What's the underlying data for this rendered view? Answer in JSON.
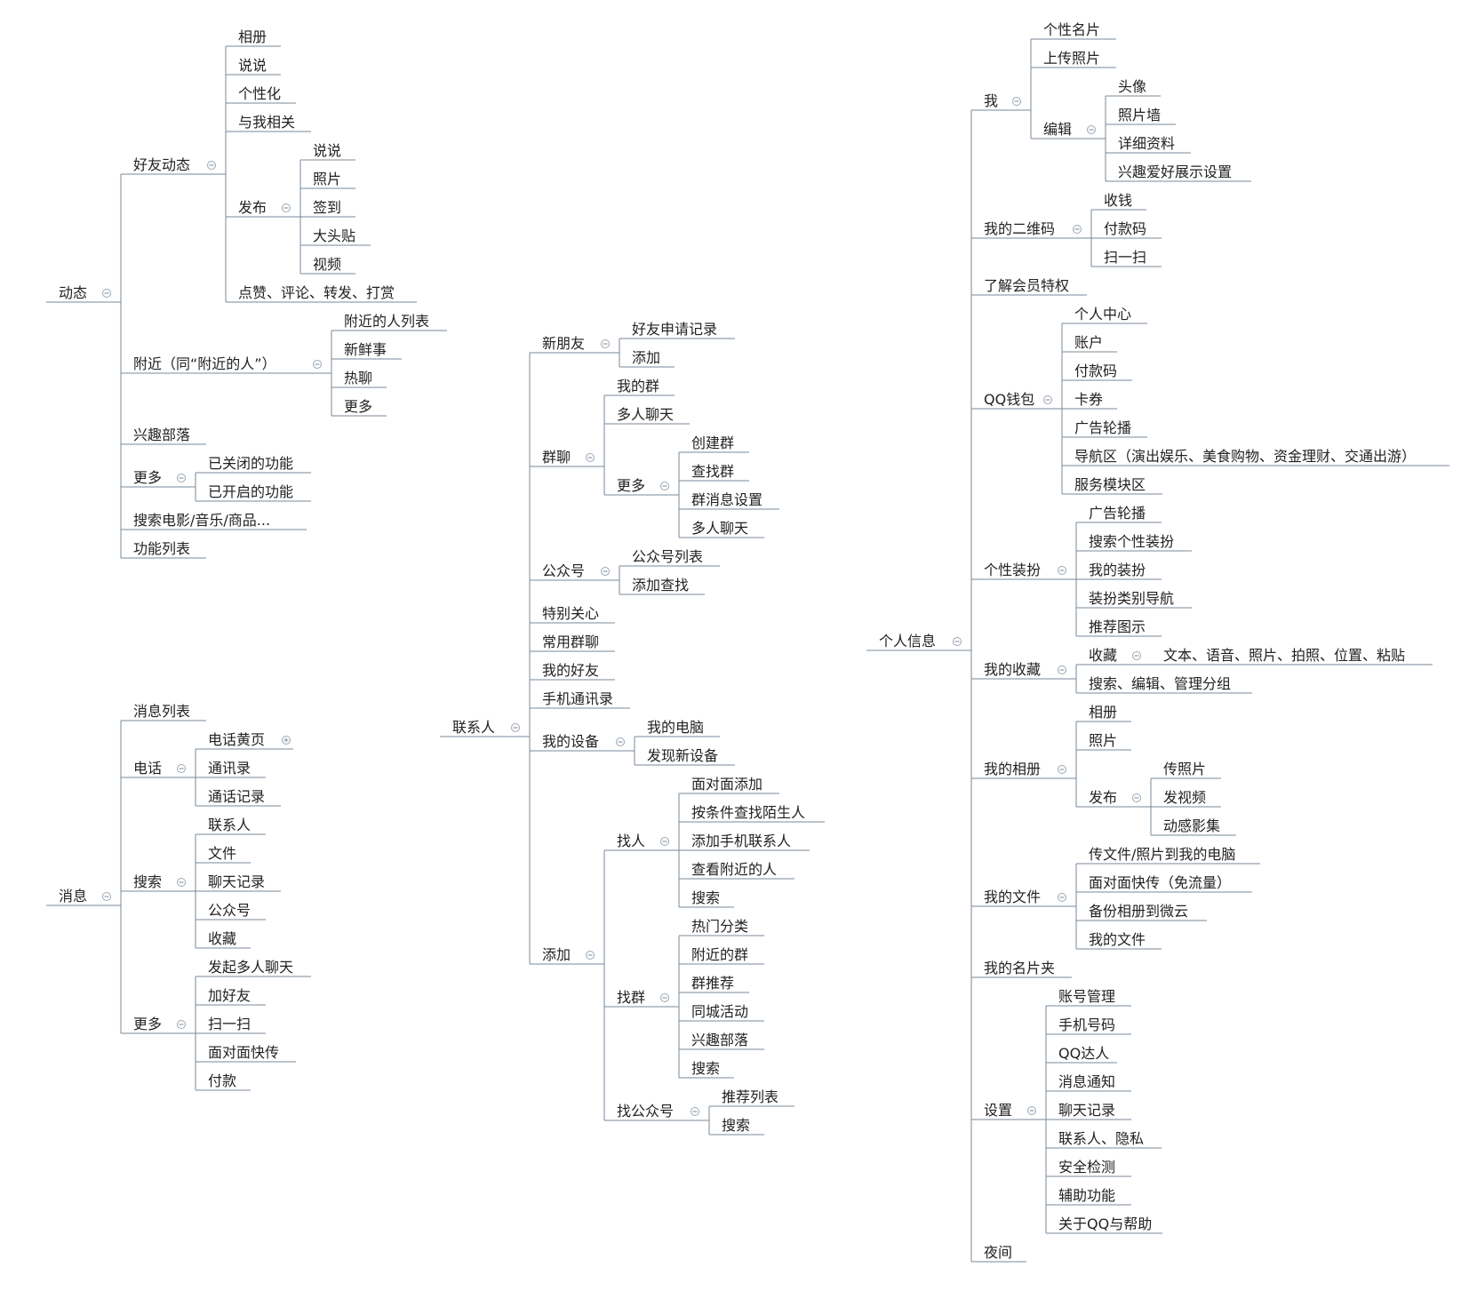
{
  "mindmap": {
    "roots": [
      {
        "label": "动态",
        "children": [
          {
            "label": "好友动态",
            "children": [
              {
                "label": "相册"
              },
              {
                "label": "说说"
              },
              {
                "label": "个性化"
              },
              {
                "label": "与我相关"
              },
              {
                "label": "发布",
                "children": [
                  {
                    "label": "说说"
                  },
                  {
                    "label": "照片"
                  },
                  {
                    "label": "签到"
                  },
                  {
                    "label": "大头贴"
                  },
                  {
                    "label": "视频"
                  }
                ]
              },
              {
                "label": "点赞、评论、转发、打赏"
              }
            ]
          },
          {
            "label": "附近（同“附近的人”）",
            "children": [
              {
                "label": "附近的人列表"
              },
              {
                "label": "新鲜事"
              },
              {
                "label": "热聊"
              },
              {
                "label": "更多"
              }
            ]
          },
          {
            "label": "兴趣部落"
          },
          {
            "label": "更多",
            "children": [
              {
                "label": "已关闭的功能"
              },
              {
                "label": "已开启的功能"
              }
            ]
          },
          {
            "label": "搜索电影/音乐/商品..."
          },
          {
            "label": "功能列表"
          }
        ]
      },
      {
        "label": "消息",
        "children": [
          {
            "label": "消息列表"
          },
          {
            "label": "电话",
            "children": [
              {
                "label": "电话黄页",
                "expandable": true
              },
              {
                "label": "通讯录"
              },
              {
                "label": "通话记录"
              }
            ]
          },
          {
            "label": "搜索",
            "children": [
              {
                "label": "联系人"
              },
              {
                "label": "文件"
              },
              {
                "label": "聊天记录"
              },
              {
                "label": "公众号"
              },
              {
                "label": "收藏"
              }
            ]
          },
          {
            "label": "更多",
            "children": [
              {
                "label": "发起多人聊天"
              },
              {
                "label": "加好友"
              },
              {
                "label": "扫一扫"
              },
              {
                "label": "面对面快传"
              },
              {
                "label": "付款"
              }
            ]
          }
        ]
      },
      {
        "label": "联系人",
        "children": [
          {
            "label": "新朋友",
            "children": [
              {
                "label": "好友申请记录"
              },
              {
                "label": "添加"
              }
            ]
          },
          {
            "label": "群聊",
            "children": [
              {
                "label": "我的群"
              },
              {
                "label": "多人聊天"
              },
              {
                "label": "更多",
                "children": [
                  {
                    "label": "创建群"
                  },
                  {
                    "label": "查找群"
                  },
                  {
                    "label": "群消息设置"
                  },
                  {
                    "label": "多人聊天"
                  }
                ]
              }
            ]
          },
          {
            "label": "公众号",
            "children": [
              {
                "label": "公众号列表"
              },
              {
                "label": "添加查找"
              }
            ]
          },
          {
            "label": "特别关心"
          },
          {
            "label": "常用群聊"
          },
          {
            "label": "我的好友"
          },
          {
            "label": "手机通讯录"
          },
          {
            "label": "我的设备",
            "children": [
              {
                "label": "我的电脑"
              },
              {
                "label": "发现新设备"
              }
            ]
          },
          {
            "label": "添加",
            "children": [
              {
                "label": "找人",
                "children": [
                  {
                    "label": "面对面添加"
                  },
                  {
                    "label": "按条件查找陌生人"
                  },
                  {
                    "label": "添加手机联系人"
                  },
                  {
                    "label": "查看附近的人"
                  },
                  {
                    "label": "搜索"
                  }
                ]
              },
              {
                "label": "找群",
                "children": [
                  {
                    "label": "热门分类"
                  },
                  {
                    "label": "附近的群"
                  },
                  {
                    "label": "群推荐"
                  },
                  {
                    "label": "同城活动"
                  },
                  {
                    "label": "兴趣部落"
                  },
                  {
                    "label": "搜索"
                  }
                ]
              },
              {
                "label": "找公众号",
                "children": [
                  {
                    "label": "推荐列表"
                  },
                  {
                    "label": "搜索"
                  }
                ]
              }
            ]
          }
        ]
      },
      {
        "label": "个人信息",
        "children": [
          {
            "label": "我",
            "children": [
              {
                "label": "个性名片"
              },
              {
                "label": "上传照片"
              },
              {
                "label": "编辑",
                "children": [
                  {
                    "label": "头像"
                  },
                  {
                    "label": "照片墙"
                  },
                  {
                    "label": "详细资料"
                  },
                  {
                    "label": "兴趣爱好展示设置"
                  }
                ]
              }
            ]
          },
          {
            "label": "我的二维码",
            "children": [
              {
                "label": "收钱"
              },
              {
                "label": "付款码"
              },
              {
                "label": "扫一扫"
              }
            ]
          },
          {
            "label": "了解会员特权"
          },
          {
            "label": "QQ钱包",
            "children": [
              {
                "label": "个人中心"
              },
              {
                "label": "账户"
              },
              {
                "label": "付款码"
              },
              {
                "label": "卡券"
              },
              {
                "label": "广告轮播"
              },
              {
                "label": "导航区（演出娱乐、美食购物、资金理财、交通出游）"
              },
              {
                "label": "服务模块区"
              }
            ]
          },
          {
            "label": "个性装扮",
            "children": [
              {
                "label": "广告轮播"
              },
              {
                "label": "搜索个性装扮"
              },
              {
                "label": "我的装扮"
              },
              {
                "label": "装扮类别导航"
              },
              {
                "label": "推荐图示"
              }
            ]
          },
          {
            "label": "我的收藏",
            "children": [
              {
                "label": "收藏",
                "children": [
                  {
                    "label": "文本、语音、照片、拍照、位置、粘贴"
                  }
                ]
              },
              {
                "label": "搜索、编辑、管理分组"
              }
            ]
          },
          {
            "label": "我的相册",
            "children": [
              {
                "label": "相册"
              },
              {
                "label": "照片"
              },
              {
                "label": "发布",
                "children": [
                  {
                    "label": "传照片"
                  },
                  {
                    "label": "发视频"
                  },
                  {
                    "label": "动感影集"
                  }
                ]
              }
            ]
          },
          {
            "label": "我的文件",
            "children": [
              {
                "label": "传文件/照片到我的电脑"
              },
              {
                "label": "面对面快传（免流量）"
              },
              {
                "label": "备份相册到微云"
              },
              {
                "label": "我的文件"
              }
            ]
          },
          {
            "label": "我的名片夹"
          },
          {
            "label": "设置",
            "children": [
              {
                "label": "账号管理"
              },
              {
                "label": "手机号码"
              },
              {
                "label": "QQ达人"
              },
              {
                "label": "消息通知"
              },
              {
                "label": "聊天记录"
              },
              {
                "label": "联系人、隐私"
              },
              {
                "label": "安全检测"
              },
              {
                "label": "辅助功能"
              },
              {
                "label": "关于QQ与帮助"
              }
            ]
          },
          {
            "label": "夜间"
          }
        ]
      }
    ]
  }
}
